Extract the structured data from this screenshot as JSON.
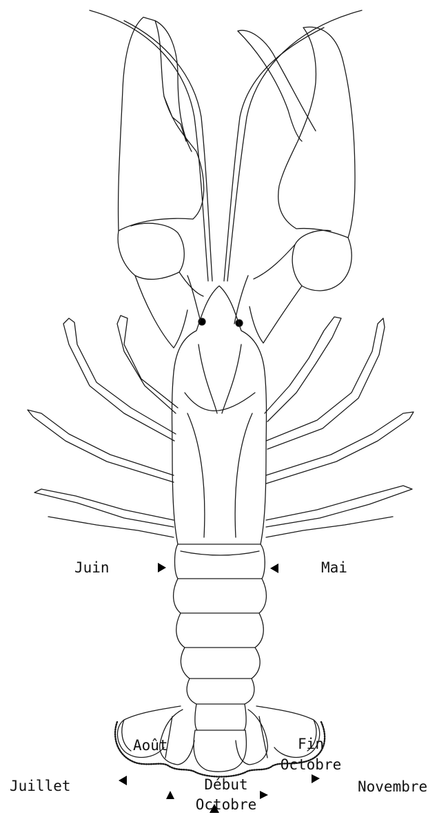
{
  "figure": {
    "labels": {
      "juin": "Juin",
      "mai": "Mai",
      "juillet": "Juillet",
      "aout": "Août",
      "debut_octobre_1": "Début",
      "debut_octobre_2": "Octobre",
      "fin_octobre_1": "Fin",
      "fin_octobre_2": "Octobre",
      "novembre": "Novembre"
    },
    "colors": {
      "line": "#1a1a1a",
      "marker": "#000000",
      "background": "#ffffff"
    }
  }
}
